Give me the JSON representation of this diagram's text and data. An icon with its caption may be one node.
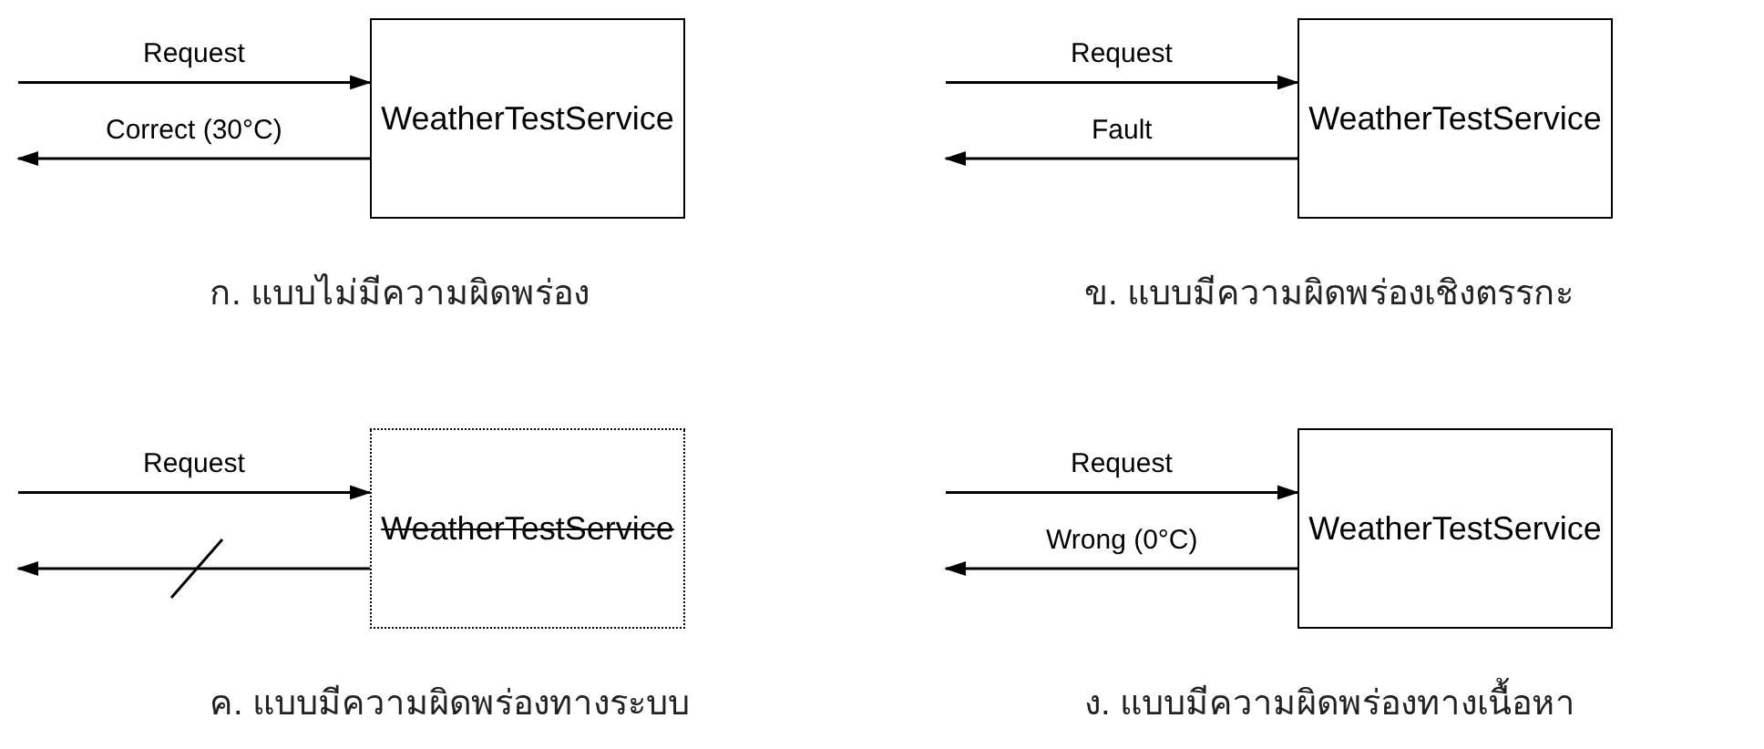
{
  "diagram": {
    "nodes": [
      {
        "text": [
          "WeatherTestService"
        ],
        "beside": [
          "ก. แบบไม่มีความผิดพร่อง"
        ]
      },
      {
        "text": [
          "WeatherTestService"
        ],
        "beside": [
          "ข. แบบมีความผิดพร่องเชิงตรรกะ"
        ]
      },
      {
        "text": [
          "WeatherTestService"
        ],
        "beside": [
          "ค. แบบมีความผิดพร่องทางระบบ"
        ]
      },
      {
        "text": [
          "WeatherTestService"
        ],
        "beside": [
          "ง. แบบมีความผิดพร่องทางเนื้อหา"
        ]
      }
    ],
    "edges": [
      {
        "from": null,
        "to": 0,
        "arrow": "to",
        "label": "Request"
      },
      {
        "from": 0,
        "to": null,
        "arrow": "to",
        "label": "Correct (30°C)"
      },
      {
        "from": null,
        "to": 1,
        "arrow": "to",
        "label": "Request"
      },
      {
        "from": 1,
        "to": null,
        "arrow": "to",
        "label": "Fault"
      },
      {
        "from": null,
        "to": 2,
        "arrow": "to",
        "label": "Request"
      },
      {
        "from": 2,
        "to": null,
        "arrow": "to"
      },
      {
        "from": null,
        "to": 3,
        "arrow": "to",
        "label": "Request"
      },
      {
        "from": 3,
        "to": null,
        "arrow": "to",
        "label": "Wrong (0°C)"
      }
    ]
  }
}
